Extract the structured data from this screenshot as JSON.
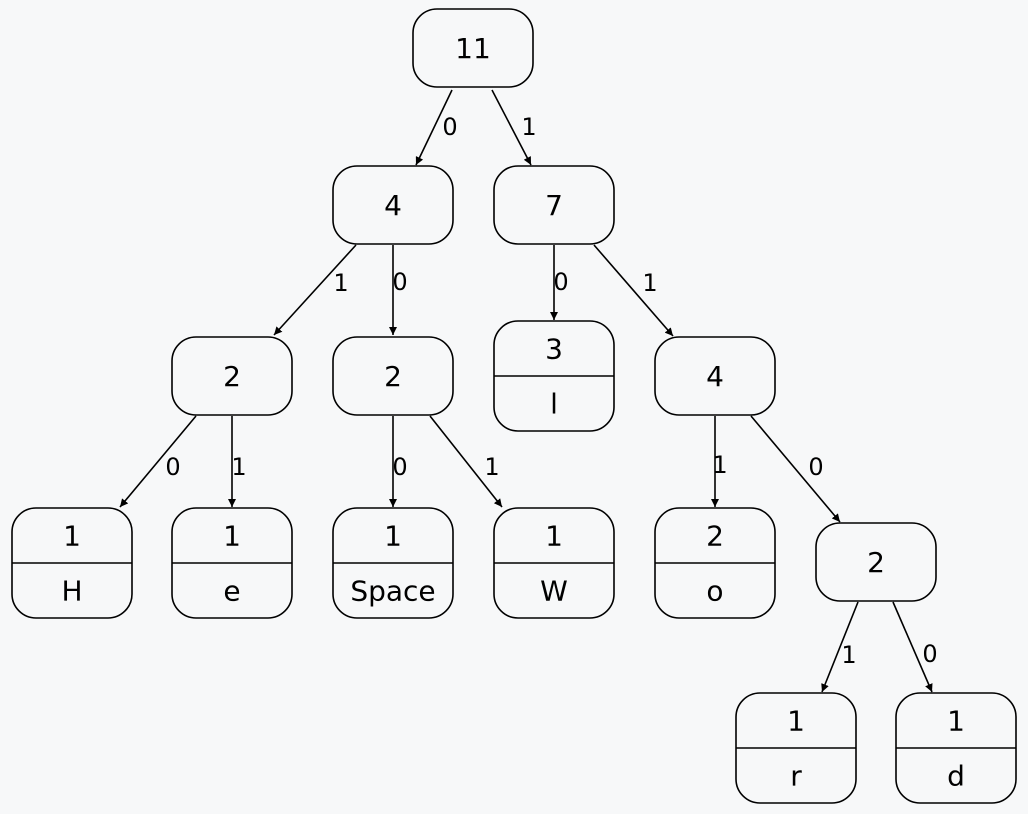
{
  "diagram": {
    "nodes": [
      {
        "id": "n11",
        "count": "11",
        "symbol": ""
      },
      {
        "id": "n4a",
        "count": "4",
        "symbol": ""
      },
      {
        "id": "n7",
        "count": "7",
        "symbol": ""
      },
      {
        "id": "n2a",
        "count": "2",
        "symbol": ""
      },
      {
        "id": "n2b",
        "count": "2",
        "symbol": ""
      },
      {
        "id": "n3l",
        "count": "3",
        "symbol": "l"
      },
      {
        "id": "n4b",
        "count": "4",
        "symbol": ""
      },
      {
        "id": "n1H",
        "count": "1",
        "symbol": "H"
      },
      {
        "id": "n1e",
        "count": "1",
        "symbol": "e"
      },
      {
        "id": "n1sp",
        "count": "1",
        "symbol": "Space"
      },
      {
        "id": "n1W",
        "count": "1",
        "symbol": "W"
      },
      {
        "id": "n2o",
        "count": "2",
        "symbol": "o"
      },
      {
        "id": "n2c",
        "count": "2",
        "symbol": ""
      },
      {
        "id": "n1r",
        "count": "1",
        "symbol": "r"
      },
      {
        "id": "n1d",
        "count": "1",
        "symbol": "d"
      }
    ],
    "edges": [
      {
        "from": "n11",
        "to": "n4a",
        "label": "0"
      },
      {
        "from": "n11",
        "to": "n7",
        "label": "1"
      },
      {
        "from": "n4a",
        "to": "n2a",
        "label": "1"
      },
      {
        "from": "n4a",
        "to": "n2b",
        "label": "0"
      },
      {
        "from": "n7",
        "to": "n3l",
        "label": "0"
      },
      {
        "from": "n7",
        "to": "n4b",
        "label": "1"
      },
      {
        "from": "n2a",
        "to": "n1H",
        "label": "0"
      },
      {
        "from": "n2a",
        "to": "n1e",
        "label": "1"
      },
      {
        "from": "n2b",
        "to": "n1sp",
        "label": "0"
      },
      {
        "from": "n2b",
        "to": "n1W",
        "label": "1"
      },
      {
        "from": "n4b",
        "to": "n2o",
        "label": "1"
      },
      {
        "from": "n4b",
        "to": "n2c",
        "label": "0"
      },
      {
        "from": "n2c",
        "to": "n1r",
        "label": "1"
      },
      {
        "from": "n2c",
        "to": "n1d",
        "label": "0"
      }
    ]
  }
}
